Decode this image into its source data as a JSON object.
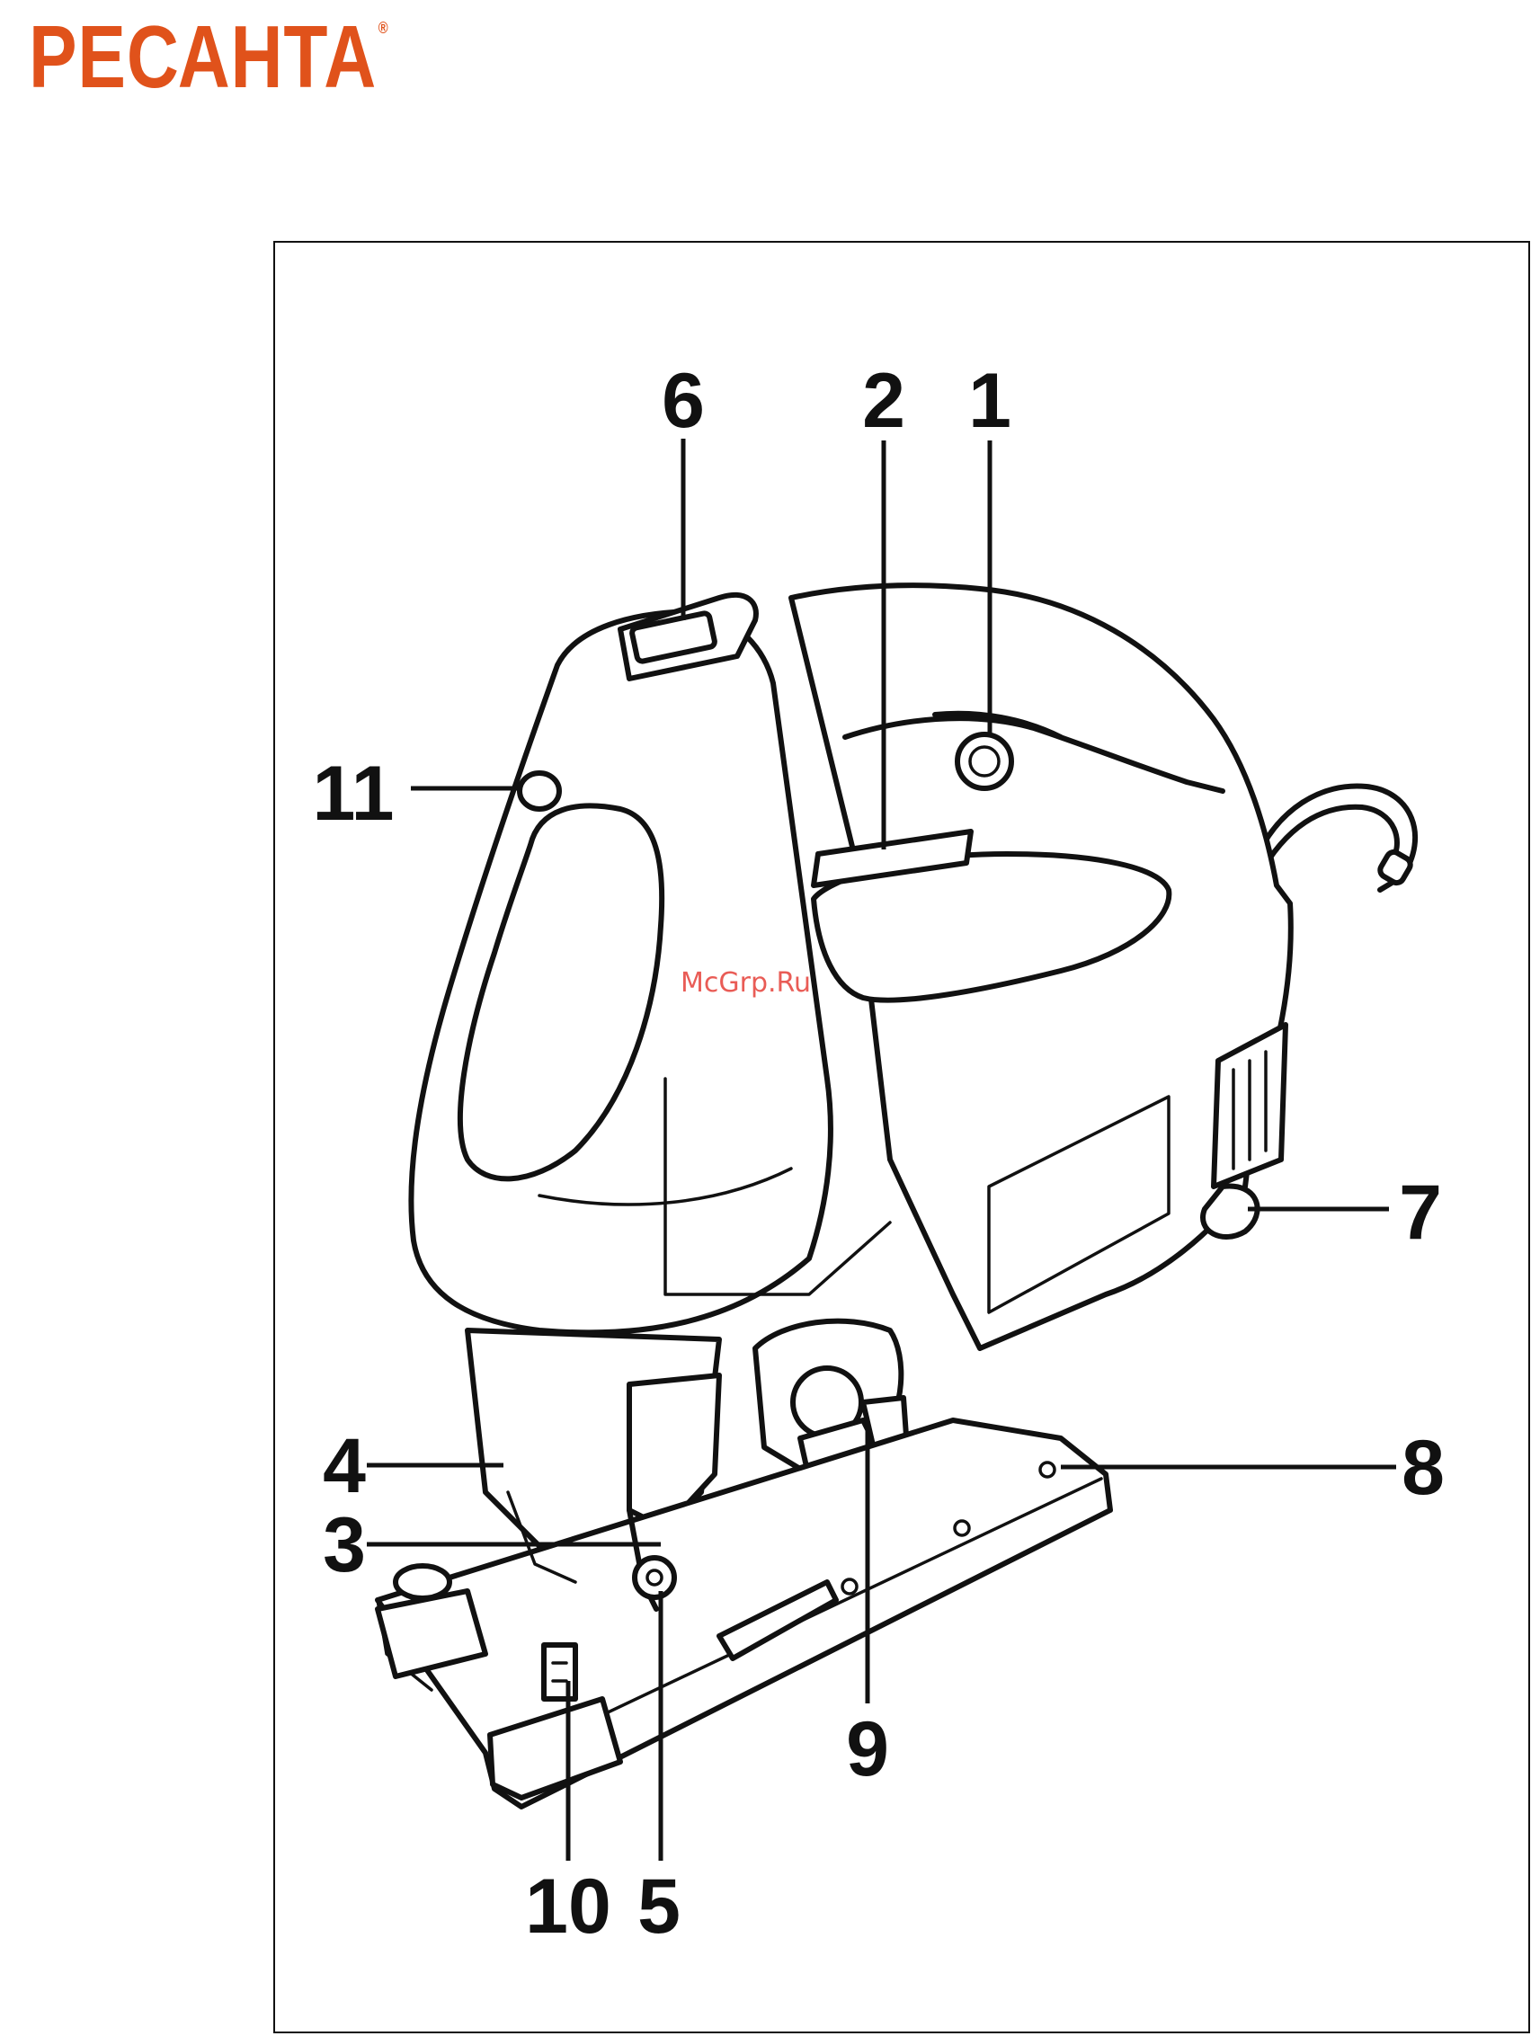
{
  "brand": {
    "logo_text": "РЕСАНТА",
    "registered_mark": "®",
    "color": "#e0521b"
  },
  "watermark": {
    "text": "McGrp.Ru",
    "color": "#e8544d"
  },
  "callouts": [
    "1",
    "2",
    "3",
    "4",
    "5",
    "6",
    "7",
    "8",
    "9",
    "10",
    "11"
  ]
}
